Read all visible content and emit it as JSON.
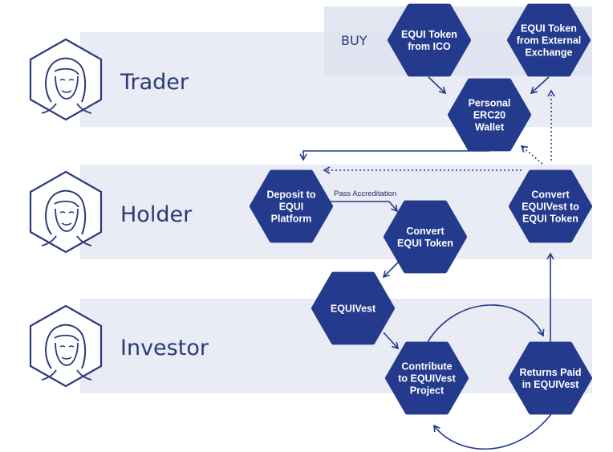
{
  "colors": {
    "lane_band": "#e9ebf5",
    "buy_band": "#dfe3f0",
    "node_fill": "#243a8c",
    "node_text": "#ffffff",
    "line": "#243a8c",
    "label": "#2a3a78"
  },
  "lanes": [
    {
      "id": "trader",
      "label": "Trader",
      "icon": "woman-portrait-icon"
    },
    {
      "id": "holder",
      "label": "Holder",
      "icon": "woman-portrait-icon"
    },
    {
      "id": "investor",
      "label": "Investor",
      "icon": "woman-portrait-icon"
    }
  ],
  "buy_label": "BUY",
  "nodes": [
    {
      "id": "ico",
      "lines": [
        "EQUI Token",
        "from ICO"
      ]
    },
    {
      "id": "external",
      "lines": [
        "EQUI Token",
        "from External",
        "Exchange"
      ]
    },
    {
      "id": "wallet",
      "lines": [
        "Personal",
        "ERC20",
        "Wallet"
      ]
    },
    {
      "id": "deposit",
      "lines": [
        "Deposit to",
        "EQUI",
        "Platform"
      ]
    },
    {
      "id": "convert_vest",
      "lines": [
        "Convert",
        "EQUIVest to",
        "EQUI Token"
      ]
    },
    {
      "id": "convert_token",
      "lines": [
        "Convert",
        "EQUI Token"
      ]
    },
    {
      "id": "equivest",
      "lines": [
        "EQUIVest"
      ]
    },
    {
      "id": "contribute",
      "lines": [
        "Contribute",
        "to EQUIVest",
        "Project"
      ]
    },
    {
      "id": "returns",
      "lines": [
        "Returns Paid",
        "in EQUIVest"
      ]
    }
  ],
  "edge_labels": {
    "pass_accreditation": "Pass Accreditation"
  }
}
